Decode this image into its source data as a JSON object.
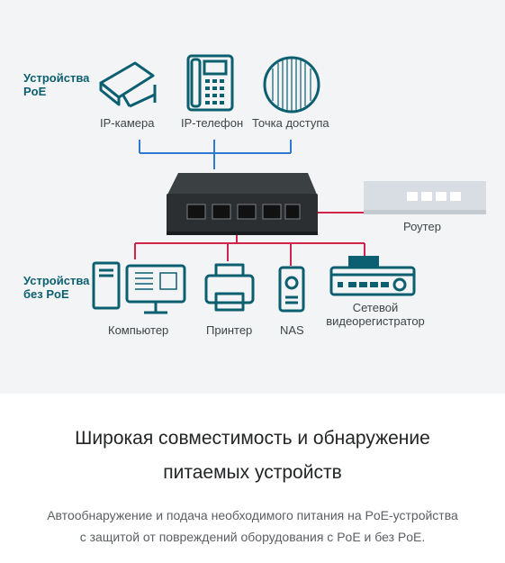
{
  "diagram": {
    "group_poe": [
      "Устройства",
      "PoE"
    ],
    "group_non_poe": [
      "Устройства",
      "без PoE"
    ],
    "devices_poe": {
      "ip_camera": "IP-камера",
      "ip_phone": "IP-телефон",
      "access_point": "Точка доступа"
    },
    "router": "Роутер",
    "devices_non_poe": {
      "computer": "Компьютер",
      "printer": "Принтер",
      "nas": "NAS",
      "nvr": [
        "Сетевой",
        "видеорегистратор"
      ]
    }
  },
  "headline": [
    "Широкая совместимость и обнаружение",
    "питаемых устройств"
  ],
  "description": [
    "Автообнаружение и подача необходимого питания на PoE-устройства",
    "с защитой от повреждений оборудования с PoE и без PoE."
  ],
  "colors": {
    "panel_bg": "#f3f4f5",
    "icon_teal": "#0b5f70",
    "line_blue": "#2f79d0",
    "line_red": "#d2244a"
  }
}
